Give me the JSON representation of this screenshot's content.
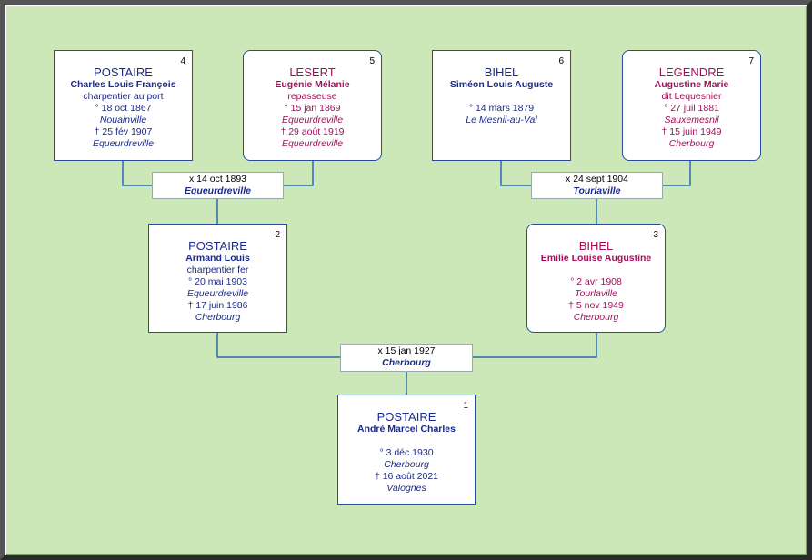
{
  "persons": {
    "p1": {
      "num": "1",
      "surname": "POSTAIRE",
      "given": "André Marcel Charles",
      "occupation": "",
      "birth_date": "° 3 déc 1930",
      "birth_place": "Cherbourg",
      "death_date": "† 16 août 2021",
      "death_place": "Valognes"
    },
    "p2": {
      "num": "2",
      "surname": "POSTAIRE",
      "given": "Armand Louis",
      "occupation": "charpentier fer",
      "birth_date": "° 20 mai 1903",
      "birth_place": "Equeurdreville",
      "death_date": "† 17 juin 1986",
      "death_place": "Cherbourg"
    },
    "p3": {
      "num": "3",
      "surname": "BIHEL",
      "given": "Emilie Louise Augustine",
      "occupation": "",
      "birth_date": "° 2 avr 1908",
      "birth_place": "Tourlaville",
      "death_date": "† 5 nov 1949",
      "death_place": "Cherbourg"
    },
    "p4": {
      "num": "4",
      "surname": "POSTAIRE",
      "given": "Charles Louis François",
      "occupation": "charpentier au port",
      "birth_date": "° 18 oct 1867",
      "birth_place": "Nouainville",
      "death_date": "† 25 fév 1907",
      "death_place": "Equeurdreville"
    },
    "p5": {
      "num": "5",
      "surname": "LESERT",
      "given": "Eugénie Mélanie",
      "occupation": "repasseuse",
      "birth_date": "° 15 jan 1869",
      "birth_place": "Equeurdreville",
      "death_date": "† 29 août 1919",
      "death_place": "Equeurdreville"
    },
    "p6": {
      "num": "6",
      "surname": "BIHEL",
      "given": "Siméon Louis Auguste",
      "occupation": "",
      "birth_date": "° 14 mars 1879",
      "birth_place": "Le Mesnil-au-Val",
      "death_date": "",
      "death_place": ""
    },
    "p7": {
      "num": "7",
      "surname": "LEGENDRE",
      "given": "Augustine Marie",
      "occupation": "dit Lequesnier",
      "birth_date": "° 27 juil 1881",
      "birth_place": "Sauxemesnil",
      "death_date": "† 15 juin 1949",
      "death_place": "Cherbourg"
    }
  },
  "marriages": {
    "m45": {
      "date": "x 14 oct 1893",
      "place": "Equeurdreville"
    },
    "m67": {
      "date": "x 24 sept 1904",
      "place": "Tourlaville"
    },
    "m23": {
      "date": "x 15 jan 1927",
      "place": "Cherbourg"
    }
  },
  "colors": {
    "background": "#cde8b8",
    "male": "#1a2a8a",
    "female": "#a0105a",
    "line": "#2a6ab0"
  }
}
